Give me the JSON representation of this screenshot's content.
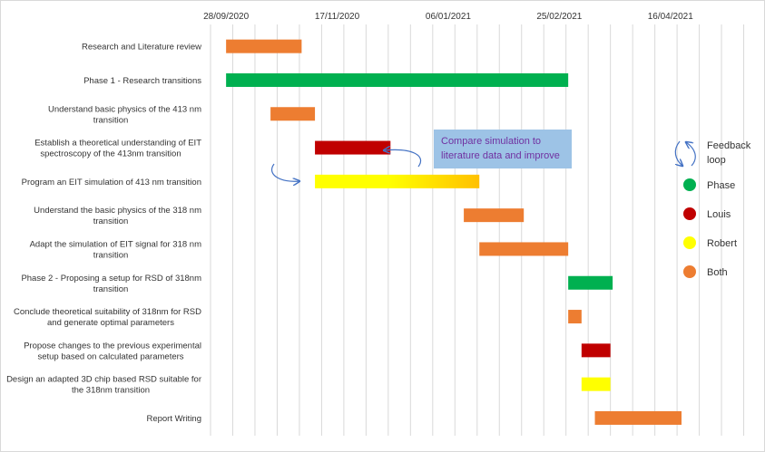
{
  "chart_data": {
    "type": "gantt",
    "title": "",
    "x_axis": {
      "type": "date",
      "range": [
        "2020-09-21",
        "2021-05-20"
      ],
      "tick_labels": [
        "28/09/2020",
        "17/11/2020",
        "06/01/2021",
        "25/02/2021",
        "16/04/2021"
      ],
      "tick_dates": [
        "2020-09-28",
        "2020-11-17",
        "2021-01-06",
        "2021-02-25",
        "2021-04-16"
      ],
      "gridlines": "vertical, every 10 days"
    },
    "tasks": [
      {
        "label": [
          "Research and Literature review"
        ],
        "start": "2020-09-28",
        "end": "2020-11-01",
        "category": "Both"
      },
      {
        "label": [
          "Phase 1 - Research transitions"
        ],
        "start": "2020-09-28",
        "end": "2021-03-01",
        "category": "Phase"
      },
      {
        "label": [
          "Understand basic physics of the 413 nm",
          "transition"
        ],
        "start": "2020-10-18",
        "end": "2020-11-07",
        "category": "Both"
      },
      {
        "label": [
          "Establish a theoretical understanding of EIT",
          "spectroscopy of the 413nm transition"
        ],
        "start": "2020-11-07",
        "end": "2020-12-11",
        "category": "Louis"
      },
      {
        "label": [
          "Program an EIT simulation of 413 nm transition"
        ],
        "start": "2020-11-07",
        "end": "2021-01-20",
        "category": "Robert"
      },
      {
        "label": [
          "Understand the basic physics of the 318 nm",
          "transition"
        ],
        "start": "2021-01-13",
        "end": "2021-02-09",
        "category": "Both"
      },
      {
        "label": [
          "Adapt the simulation of EIT signal for 318 nm",
          "transition"
        ],
        "start": "2021-01-20",
        "end": "2021-03-01",
        "category": "Both"
      },
      {
        "label": [
          "Phase 2 - Proposing a setup for RSD of 318nm",
          "transition"
        ],
        "start": "2021-03-01",
        "end": "2021-03-21",
        "category": "Phase"
      },
      {
        "label": [
          "Conclude theoretical suitability of 318nm for RSD",
          "and generate optimal parameters"
        ],
        "start": "2021-03-01",
        "end": "2021-03-07",
        "category": "Both"
      },
      {
        "label": [
          "Propose changes to the previous experimental",
          "setup based on calculated parameters"
        ],
        "start": "2021-03-07",
        "end": "2021-03-20",
        "category": "Louis"
      },
      {
        "label": [
          "Design an adapted 3D chip based RSD suitable for",
          "the 318nm transition"
        ],
        "start": "2021-03-07",
        "end": "2021-03-20",
        "category": "Robert"
      },
      {
        "label": [
          "Report Writing"
        ],
        "start": "2021-03-13",
        "end": "2021-04-21",
        "category": "Both"
      }
    ],
    "legend": {
      "placement": "right",
      "feedback_label": [
        "Feedback",
        "loop"
      ],
      "items": [
        {
          "name": "Phase",
          "color": "#00b050"
        },
        {
          "name": "Louis",
          "color": "#c00000"
        },
        {
          "name": "Robert",
          "color": "#ffff00"
        },
        {
          "name": "Both",
          "color": "#ed7d31"
        }
      ]
    },
    "callout": {
      "lines": [
        "Compare simulation to",
        "literature data and improve"
      ],
      "fill": "#9dc3e6",
      "text_color": "#7030a0"
    },
    "colors": {
      "Phase": "#00b050",
      "Louis": "#c00000",
      "Robert": "#ffff00",
      "Robert_gradient_end": "#ffc000",
      "Both": "#ed7d31",
      "arrow": "#4472c4",
      "gridline": "#d9d9d9"
    }
  }
}
